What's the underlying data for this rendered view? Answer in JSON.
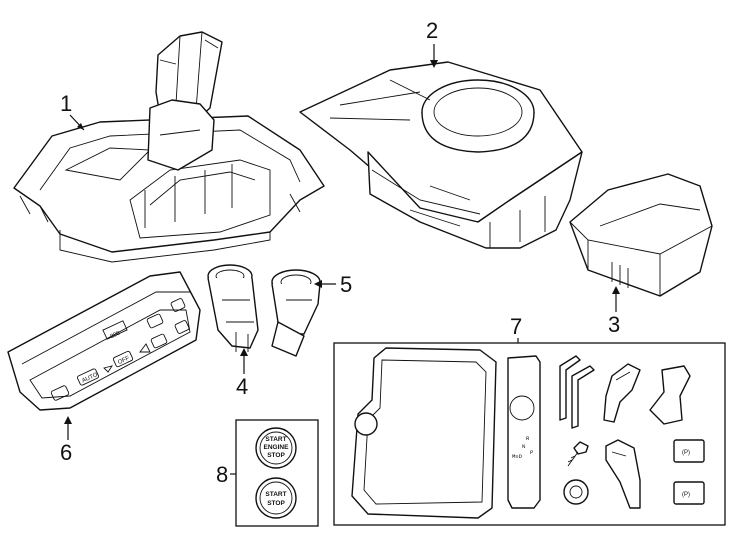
{
  "diagram": {
    "callouts": [
      {
        "id": "1",
        "label": "1"
      },
      {
        "id": "2",
        "label": "2"
      },
      {
        "id": "3",
        "label": "3"
      },
      {
        "id": "4",
        "label": "4"
      },
      {
        "id": "5",
        "label": "5"
      },
      {
        "id": "6",
        "label": "6"
      },
      {
        "id": "7",
        "label": "7"
      },
      {
        "id": "8",
        "label": "8"
      }
    ],
    "climate_panel": {
      "auto_label": "AUTO",
      "off_label": "OFF"
    },
    "buttons": {
      "start_engine_stop": [
        "START",
        "ENGINE",
        "STOP"
      ],
      "start_stop": [
        "START",
        "STOP"
      ]
    },
    "selector_labels": {
      "r": "R",
      "n": "N",
      "p": "P",
      "mind": "M≡D"
    },
    "switch_symbol": "(P)"
  }
}
